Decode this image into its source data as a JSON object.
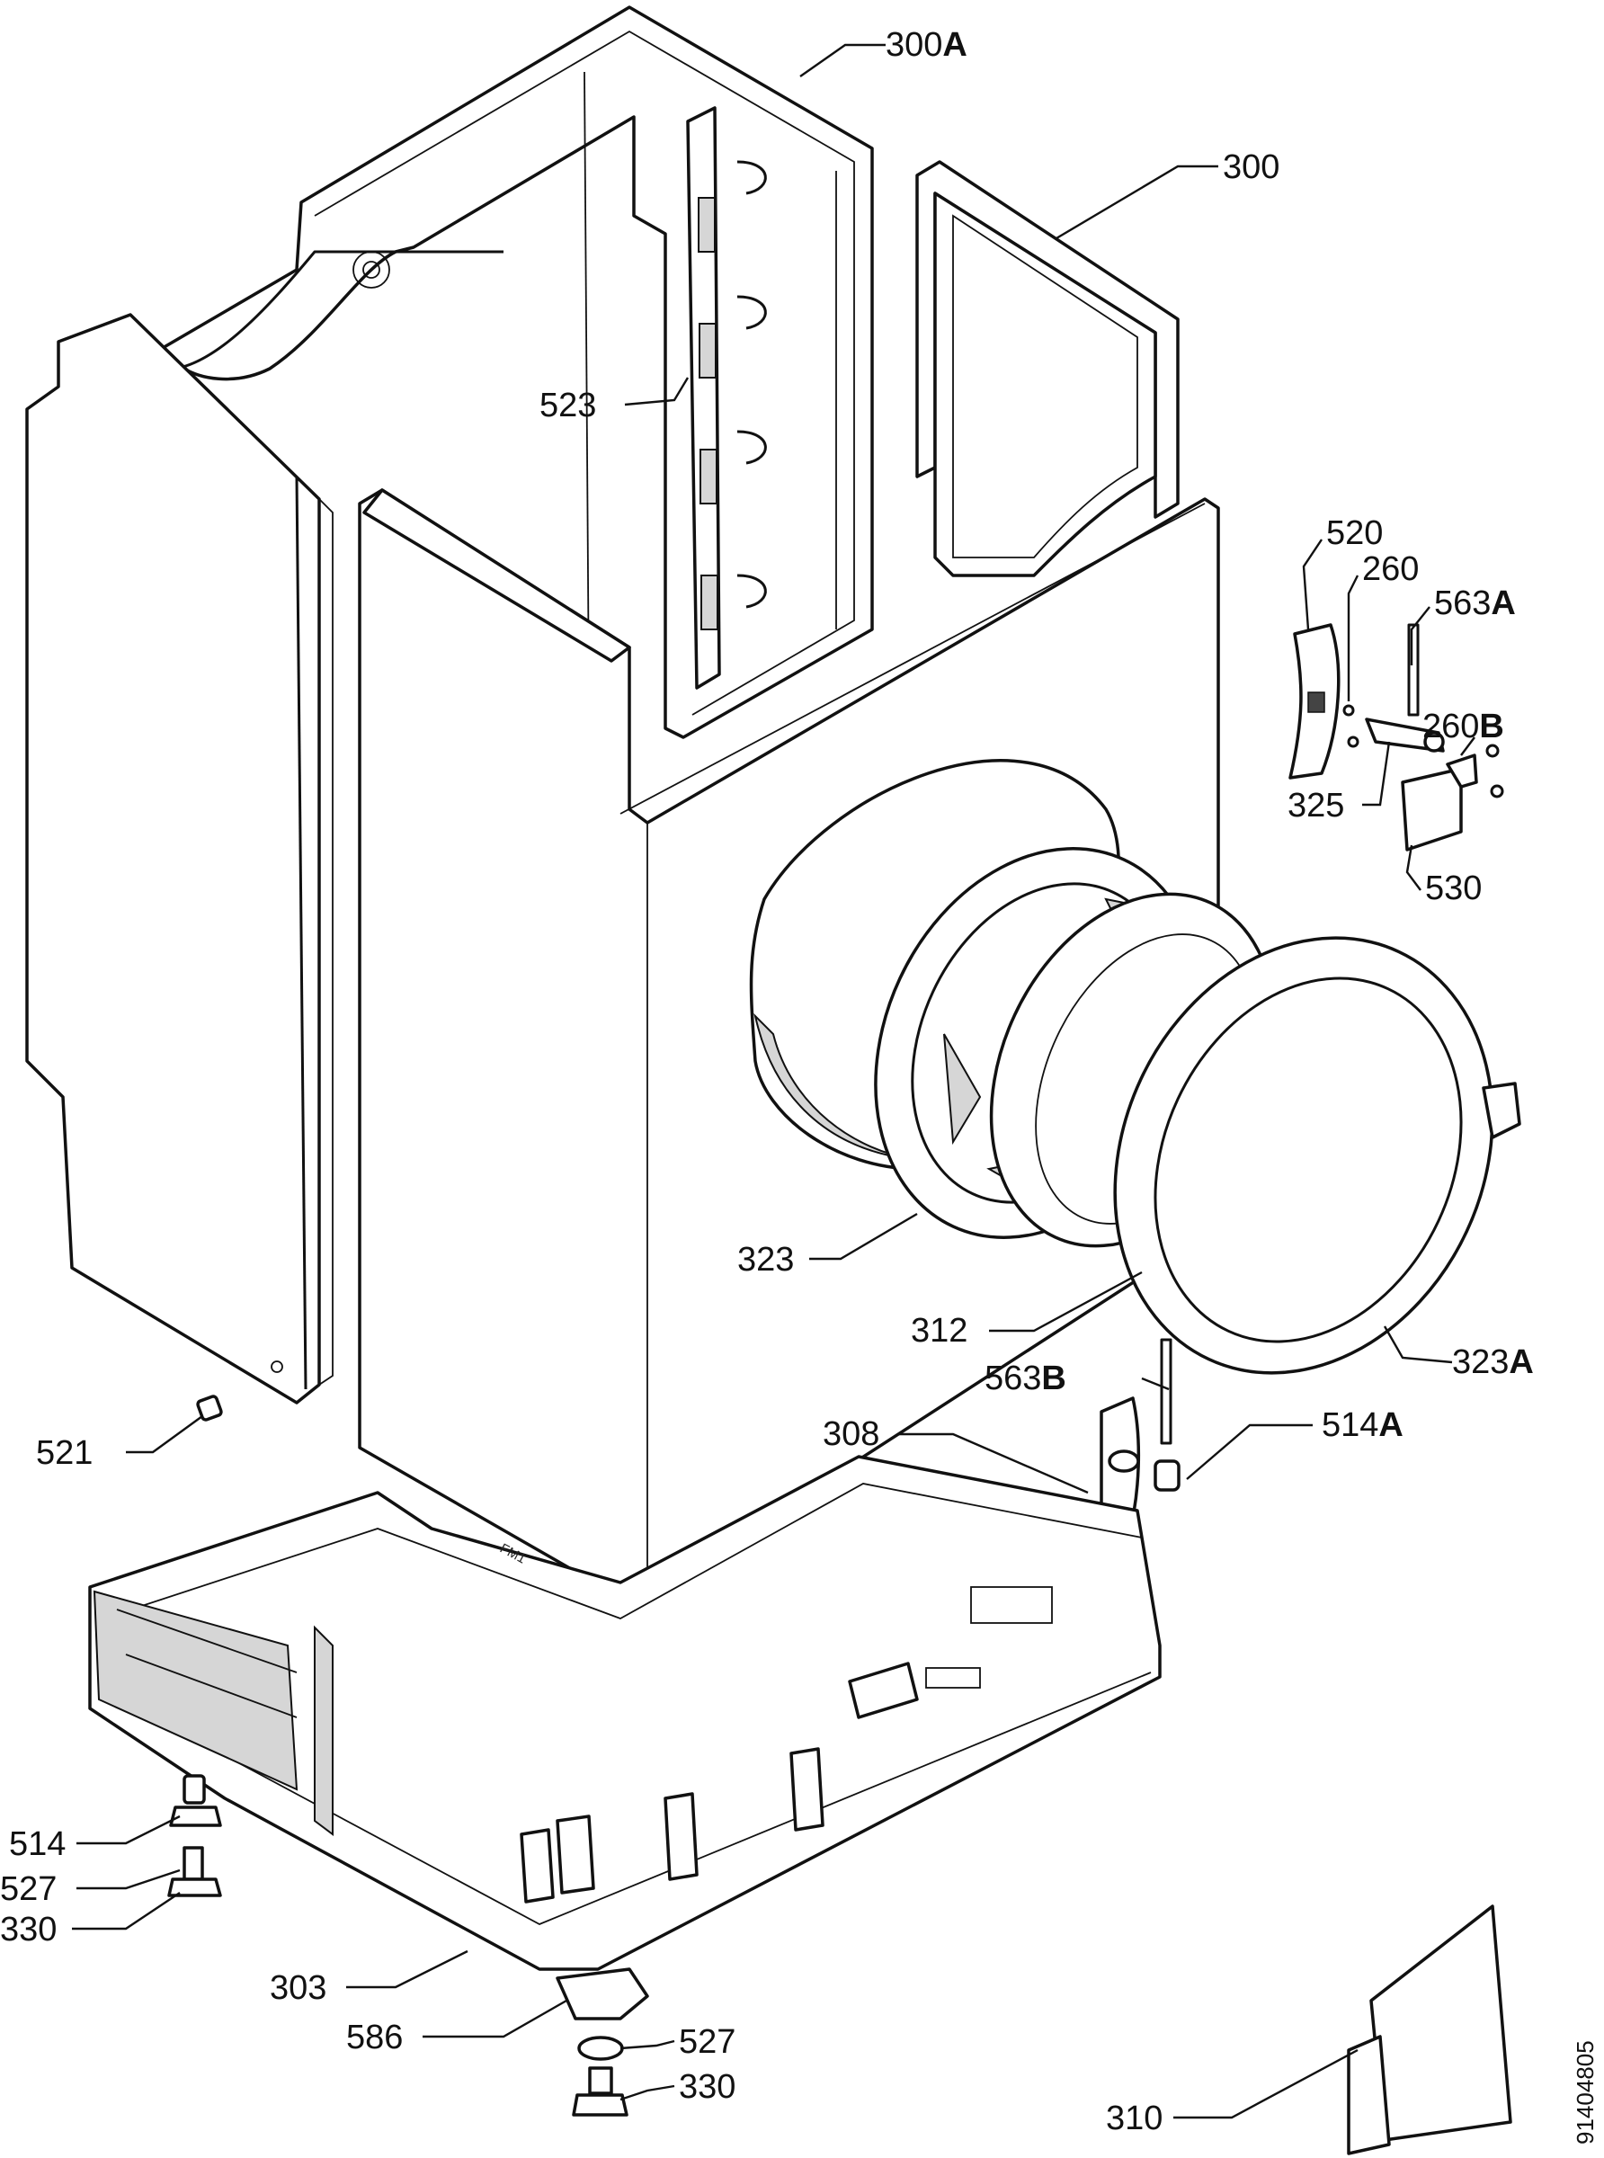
{
  "document_id": "91404805",
  "stamp": "FM1",
  "callouts": [
    {
      "id": "300A",
      "number": "300",
      "suffix": "A"
    },
    {
      "id": "300",
      "number": "300",
      "suffix": ""
    },
    {
      "id": "523",
      "number": "523",
      "suffix": ""
    },
    {
      "id": "520",
      "number": "520",
      "suffix": ""
    },
    {
      "id": "260",
      "number": "260",
      "suffix": ""
    },
    {
      "id": "563A",
      "number": "563",
      "suffix": "A"
    },
    {
      "id": "260B",
      "number": "260",
      "suffix": "B"
    },
    {
      "id": "325",
      "number": "325",
      "suffix": ""
    },
    {
      "id": "530",
      "number": "530",
      "suffix": ""
    },
    {
      "id": "323",
      "number": "323",
      "suffix": ""
    },
    {
      "id": "312",
      "number": "312",
      "suffix": ""
    },
    {
      "id": "323A",
      "number": "323",
      "suffix": "A"
    },
    {
      "id": "563B",
      "number": "563",
      "suffix": "B"
    },
    {
      "id": "308",
      "number": "308",
      "suffix": ""
    },
    {
      "id": "514A",
      "number": "514",
      "suffix": "A"
    },
    {
      "id": "521",
      "number": "521",
      "suffix": ""
    },
    {
      "id": "514",
      "number": "514",
      "suffix": ""
    },
    {
      "id": "527",
      "number": "527",
      "suffix": ""
    },
    {
      "id": "330",
      "number": "330",
      "suffix": ""
    },
    {
      "id": "303",
      "number": "303",
      "suffix": ""
    },
    {
      "id": "586",
      "number": "586",
      "suffix": ""
    },
    {
      "id": "527b",
      "number": "527",
      "suffix": ""
    },
    {
      "id": "330b",
      "number": "330",
      "suffix": ""
    },
    {
      "id": "310",
      "number": "310",
      "suffix": ""
    }
  ]
}
